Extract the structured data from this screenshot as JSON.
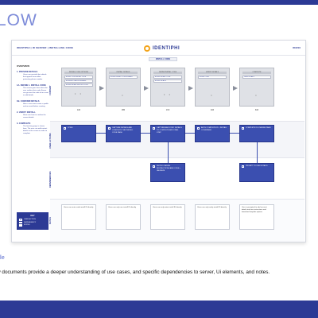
{
  "page": {
    "title": "LOW",
    "section_title": "ale",
    "caption": "w documents provide a deeper understanding of use cases, and specific dependencies to server, Ui elements, and notes."
  },
  "frame": {
    "breadcrumb": "IDENTIPHI | ID SERVER | INSTALLING CODE",
    "brand": "IDENTIPHI",
    "code": "ID2210",
    "tab": "INSTALL CODE"
  },
  "sidebar": {
    "title": "OVERVIEW",
    "steps": [
      {
        "h": "1. PROVIDE DETAILS",
        "t": "Users can provide their details that appear here within protecting phone number"
      },
      {
        "h": "1A. DEFINE 1. INSTALL CODE",
        "t": "The screen goes here when the user verifies their code. A user can go over the code of an asset or add details"
      },
      {
        "h": "1B. CONFIRM DETAILS",
        "t": "Here a user must create a profile and an email before creating"
      },
      {
        "h": "2. VERIFY INSTALL",
        "t": "Show one form to confirm the correct details"
      },
      {
        "h": "3. COMPLETE",
        "t": "The finishing page is shown here. The user can add contact details to the screen in order to complete"
      }
    ],
    "key": {
      "title": "KEY",
      "items": [
        {
          "label": "USER ACTION",
          "color": "#3b4fb0"
        },
        {
          "label": "DEPENDENCY",
          "color": "#9aa6e6"
        },
        {
          "label": "NOTES",
          "color": "#ffffff"
        }
      ]
    }
  },
  "lanes": [
    "CONTENT",
    "USER ACTIONS",
    "DEPENDENCIES",
    "NOTES"
  ],
  "screens": [
    {
      "title": "INSTALL CODE OPTIONS",
      "fields": [
        "ENTER YOUR INSTALL CODE",
        "ENTER ACTIVATION NUMBER",
        "ENTER INSTALL INSTRUCTIONS"
      ],
      "label": "1A0"
    },
    {
      "title": "INSTALL DETAILS",
      "fields": [
        "ENTER INSTALL CODE NUMBER"
      ],
      "label": "1B0"
    },
    {
      "title": "DEFINE INSTALL CODE",
      "fields": [
        "ENTER INSTALL CODE",
        "ENTER DETAILS"
      ],
      "label": "1C0"
    },
    {
      "title": "VERIFY DETAILS",
      "fields": [
        "ENTER CODE"
      ],
      "label": "2A0"
    },
    {
      "title": "COMPLETE",
      "fields": [
        "USER DETAILS"
      ],
      "label": "3A0"
    }
  ],
  "actions": [
    "CODE",
    "CAPTURE DETAILS AND COMPLETE THE INSTALL CODE PAGE",
    "CAPTURE AND SYNC DETAILS TO COMPLETE AND FINAL STEP",
    "AUTH COMPLETE ID + INSTALL CONFIRMED",
    "COMPLETE IS LOADING PAGE"
  ],
  "dependencies": [
    "SHOW LOADING INSTRUCTIONS AND CODE + VALIDATE",
    "PROMPT TO USE DETAILS"
  ],
  "notes": [
    "Users can enter code install ID directly",
    "Users can only use install ID directly",
    "Users can only enter install ID directly",
    "Users can only verify install ID directly",
    "User is prompted to add account details and use instructions and download template options"
  ]
}
